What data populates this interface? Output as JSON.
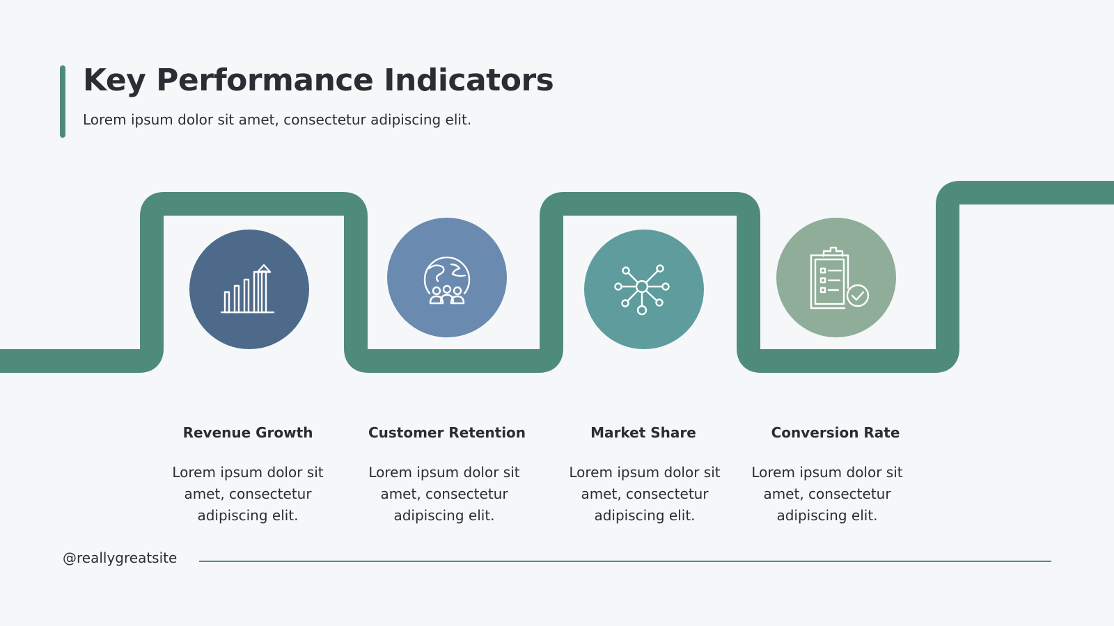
{
  "header": {
    "title": "Key Performance Indicators",
    "subtitle": "Lorem ipsum dolor sit amet, consectetur adipiscing elit."
  },
  "colors": {
    "path": "#4F8B79",
    "accent": "#4F8B79",
    "background": "#F5F7F9",
    "text": "#2A2D33"
  },
  "kpis": [
    {
      "title": "Revenue Growth",
      "description": "Lorem ipsum dolor sit amet, consectetur adipiscing elit.",
      "icon": "bar-chart-arrow-icon",
      "color": "#4E6A8A"
    },
    {
      "title": "Customer Retention",
      "description": "Lorem ipsum dolor sit amet, consectetur adipiscing elit.",
      "icon": "globe-people-icon",
      "color": "#6B8AAF"
    },
    {
      "title": "Market Share",
      "description": "Lorem ipsum dolor sit amet, consectetur adipiscing elit.",
      "icon": "network-icon",
      "color": "#5E9C9D"
    },
    {
      "title": "Conversion Rate",
      "description": "Lorem ipsum dolor sit amet, consectetur adipiscing elit.",
      "icon": "clipboard-check-icon",
      "color": "#8FAD98"
    }
  ],
  "footer": {
    "handle": "@reallygreatsite"
  }
}
